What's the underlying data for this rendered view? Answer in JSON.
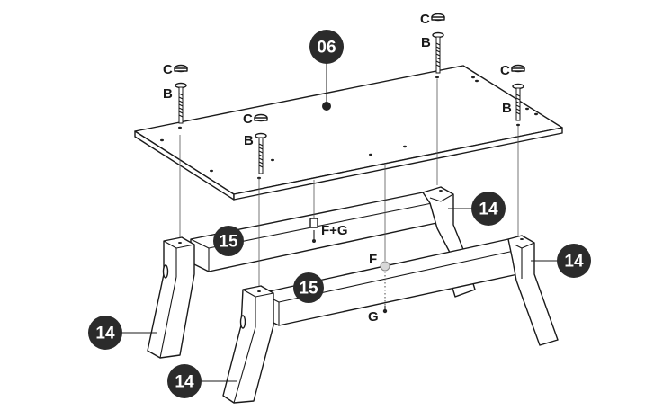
{
  "callouts": {
    "table_top": "06",
    "leg_back_right": "14",
    "leg_front_right": "14",
    "leg_back_left": "14",
    "leg_front_left": "14",
    "rail_back": "15",
    "rail_front": "15"
  },
  "hardware": {
    "cap": "C",
    "bolt": "B",
    "bracket_screw": "F+G",
    "bracket": "F",
    "screw": "G"
  },
  "colors": {
    "badge": "#2b2b2b",
    "line": "#1a1a1a",
    "background": "#ffffff"
  }
}
